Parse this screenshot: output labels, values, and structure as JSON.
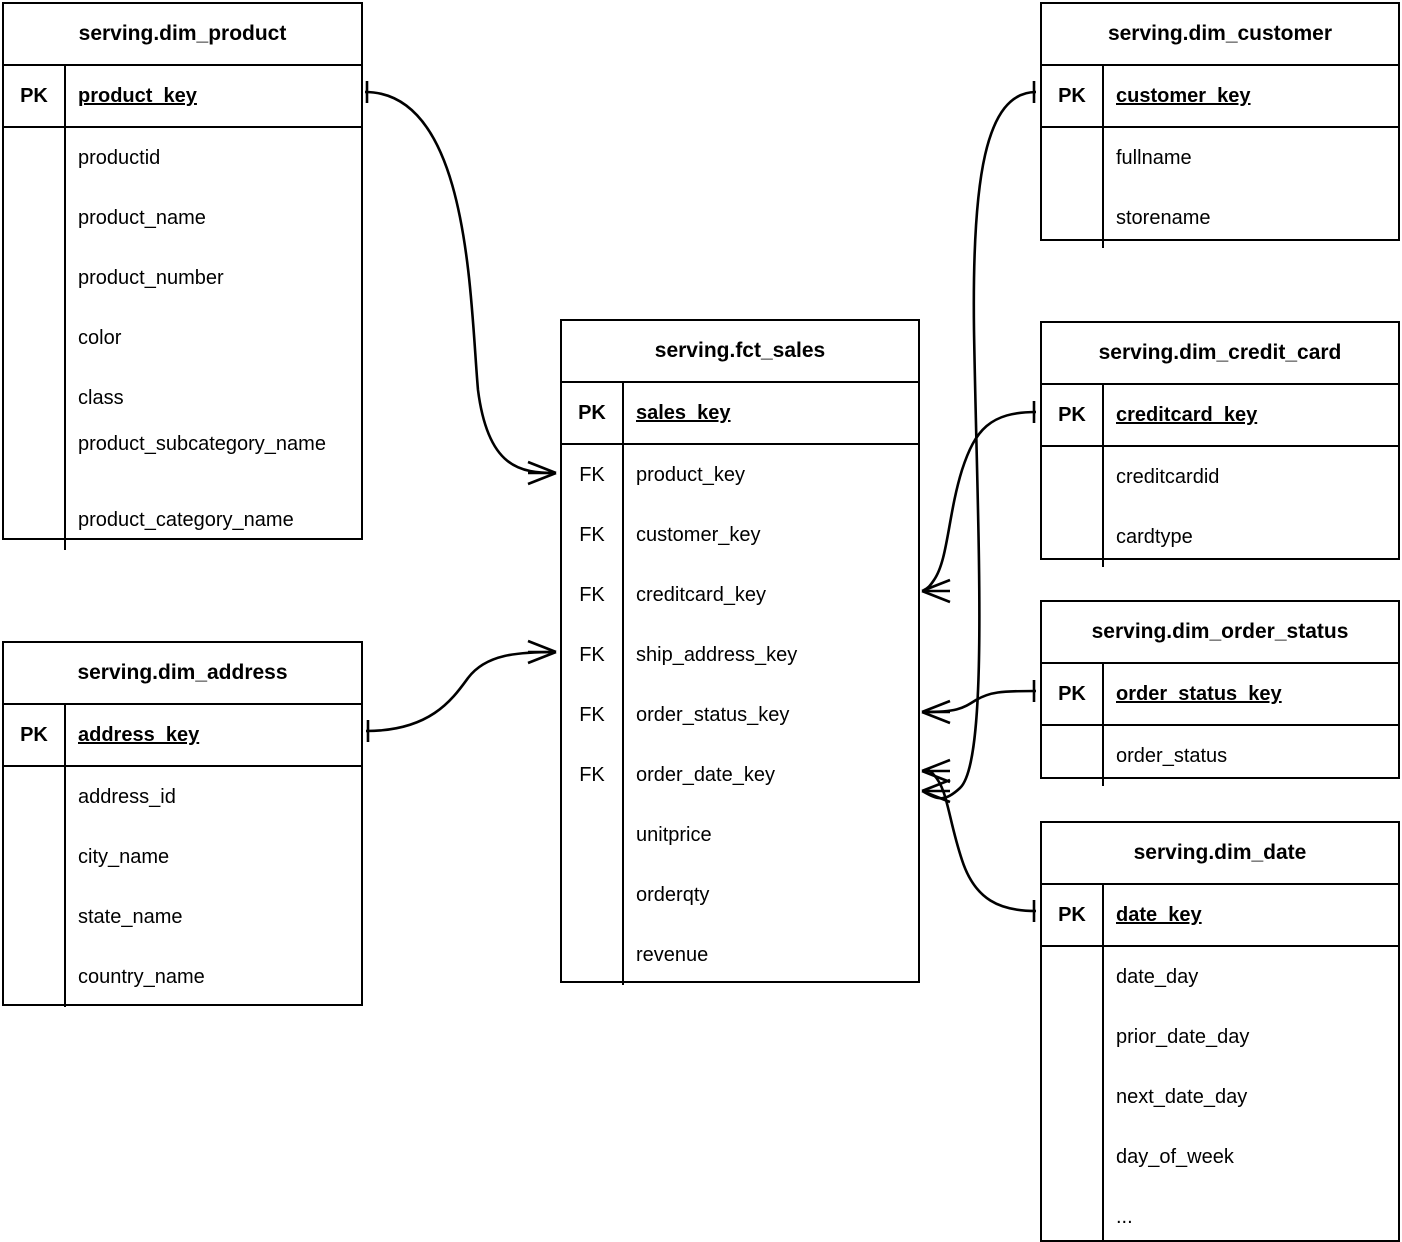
{
  "diagram": {
    "type": "entity-relationship-diagram",
    "notation": "crows-foot",
    "background_color": "#ffffff",
    "line_color": "#000000"
  },
  "entities": [
    {
      "id": "dim_product",
      "title": "serving.dim_product",
      "pk_label": "PK",
      "pk_field": "product_key",
      "attributes": [
        "productid",
        "product_name",
        "product_number",
        "color",
        "class",
        "product_subcategory_name",
        "product_category_name"
      ]
    },
    {
      "id": "dim_address",
      "title": "serving.dim_address",
      "pk_label": "PK",
      "pk_field": "address_key",
      "attributes": [
        "address_id",
        "city_name",
        "state_name",
        "country_name"
      ]
    },
    {
      "id": "fct_sales",
      "title": "serving.fct_sales",
      "pk_label": "PK",
      "pk_field": "sales_key",
      "fk_label": "FK",
      "fk_fields": [
        "product_key",
        "customer_key",
        "creditcard_key",
        "ship_address_key",
        "order_status_key",
        "order_date_key"
      ],
      "attributes": [
        "unitprice",
        "orderqty",
        "revenue"
      ]
    },
    {
      "id": "dim_customer",
      "title": "serving.dim_customer",
      "pk_label": "PK",
      "pk_field": "customer_key",
      "attributes": [
        "fullname",
        "storename"
      ]
    },
    {
      "id": "dim_credit_card",
      "title": "serving.dim_credit_card",
      "pk_label": "PK",
      "pk_field": "creditcard_key",
      "attributes": [
        "creditcardid",
        "cardtype"
      ]
    },
    {
      "id": "dim_order_status",
      "title": "serving.dim_order_status",
      "pk_label": "PK",
      "pk_field": "order_status_key",
      "attributes": [
        "order_status"
      ]
    },
    {
      "id": "dim_date",
      "title": "serving.dim_date",
      "pk_label": "PK",
      "pk_field": "date_key",
      "attributes": [
        "date_day",
        "prior_date_day",
        "next_date_day",
        "day_of_week",
        "..."
      ]
    }
  ],
  "relationships": [
    {
      "from": "dim_product.product_key",
      "to": "fct_sales.product_key",
      "from_cardinality": "one",
      "to_cardinality": "many"
    },
    {
      "from": "dim_address.address_key",
      "to": "fct_sales.ship_address_key",
      "from_cardinality": "one",
      "to_cardinality": "many"
    },
    {
      "from": "dim_customer.customer_key",
      "to": "fct_sales.customer_key",
      "from_cardinality": "one",
      "to_cardinality": "many"
    },
    {
      "from": "dim_credit_card.creditcard_key",
      "to": "fct_sales.creditcard_key",
      "from_cardinality": "one",
      "to_cardinality": "many"
    },
    {
      "from": "dim_order_status.order_status_key",
      "to": "fct_sales.order_status_key",
      "from_cardinality": "one",
      "to_cardinality": "many"
    },
    {
      "from": "dim_date.date_key",
      "to": "fct_sales.order_date_key",
      "from_cardinality": "one",
      "to_cardinality": "many"
    }
  ]
}
